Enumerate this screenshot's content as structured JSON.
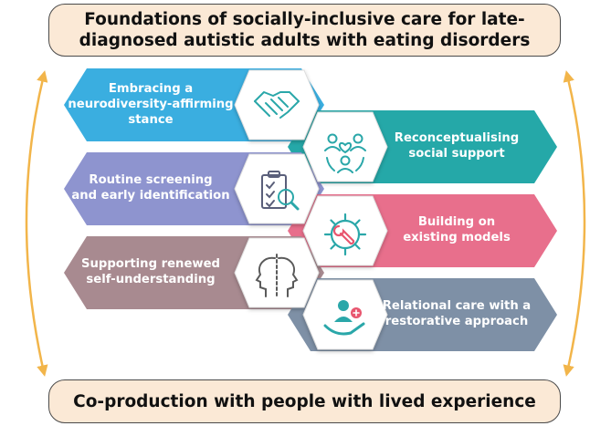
{
  "title": "Foundations of socially-inclusive care for late-diagnosed autistic adults with eating disorders",
  "footer": "Co-production with people with lived experience",
  "pillars": [
    {
      "line1": "Embracing a",
      "line2": "neurodiversity-affirming",
      "line3": "stance",
      "icon": "handshake-icon",
      "color": "#3aaee0"
    },
    {
      "line1": "Reconceptualising",
      "line2": "social support",
      "icon": "social-support-icon",
      "color": "#25a8a8"
    },
    {
      "line1": "Routine screening",
      "line2": "and early identification",
      "icon": "clipboard-magnifier-icon",
      "color": "#8e94cf"
    },
    {
      "line1": "Building on",
      "line2": "existing models",
      "icon": "gear-wrench-icon",
      "color": "#e86f8c"
    },
    {
      "line1": "Supporting renewed",
      "line2": "self-understanding",
      "icon": "face-profiles-icon",
      "color": "#a88a90"
    },
    {
      "line1": "Relational care with a",
      "line2": "restorative approach",
      "icon": "caring-hand-person-icon",
      "color": "#7e90a6"
    }
  ],
  "colors": {
    "banner_fill": "#fbe9d6",
    "arrow": "#f2b54a",
    "icon_teal": "#2aa7a9"
  }
}
